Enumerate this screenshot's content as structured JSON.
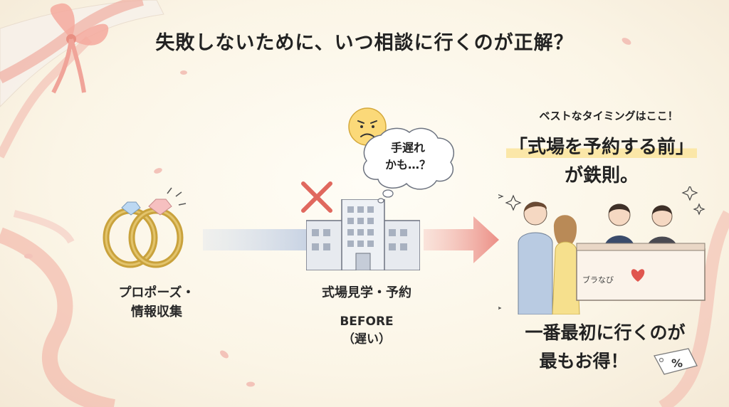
{
  "title": "失敗しないために、いつ相談に行くのが正解？",
  "steps": {
    "step1_line1": "プロポーズ・",
    "step1_line2": "情報収集",
    "step2": "式場見学・予約",
    "before_line1": "BEFORE",
    "before_line2": "（遅い）"
  },
  "thought_bubble": {
    "line1": "手遅れ",
    "line2": "かも…？"
  },
  "right_panel": {
    "best_timing": "ベストなタイミングはここ！",
    "headline_line1": "「式場を予約する前」",
    "headline_line2": "が鉄則。",
    "sign_text": "ブラなび",
    "bottom_line1": "一番最初に行くのが",
    "bottom_line2": "最もお得！",
    "tag_text": "%"
  },
  "colors": {
    "ribbon": "#f2b7ac",
    "arrow_left": "#cfd8e6",
    "arrow_right": "#ee9a90",
    "cross": "#e0685e",
    "highlight": "#fbe7a8"
  }
}
